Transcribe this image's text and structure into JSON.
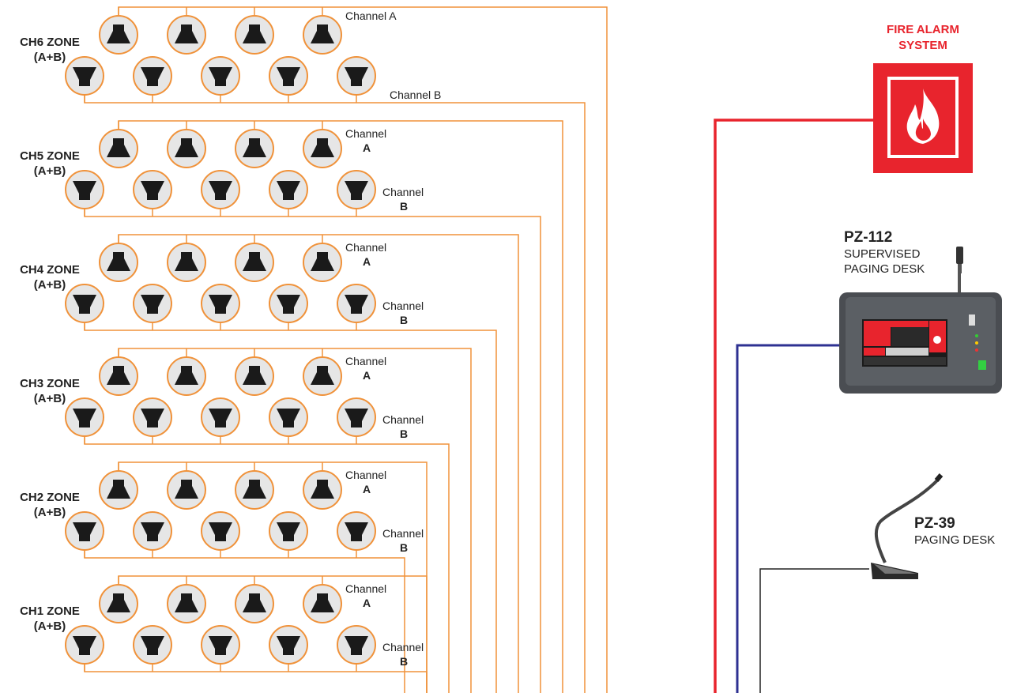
{
  "zones": [
    {
      "name": "CH6 ZONE",
      "sub": "(A+B)",
      "channel_a": "Channel A",
      "channel_b": "Channel B",
      "inline": true
    },
    {
      "name": "CH5 ZONE",
      "sub": "(A+B)",
      "channel_a": "Channel",
      "channel_a_letter": "A",
      "channel_b": "Channel",
      "channel_b_letter": "B",
      "inline": false
    },
    {
      "name": "CH4 ZONE",
      "sub": "(A+B)",
      "channel_a": "Channel",
      "channel_a_letter": "A",
      "channel_b": "Channel",
      "channel_b_letter": "B",
      "inline": false
    },
    {
      "name": "CH3 ZONE",
      "sub": "(A+B)",
      "channel_a": "Channel",
      "channel_a_letter": "A",
      "channel_b": "Channel",
      "channel_b_letter": "B",
      "inline": false
    },
    {
      "name": "CH2 ZONE",
      "sub": "(A+B)",
      "channel_a": "Channel",
      "channel_a_letter": "A",
      "channel_b": "Channel",
      "channel_b_letter": "B",
      "inline": false
    },
    {
      "name": "CH1 ZONE",
      "sub": "(A+B)",
      "channel_a": "Channel",
      "channel_a_letter": "A",
      "channel_b": "Channel",
      "channel_b_letter": "B",
      "inline": false
    }
  ],
  "fire_alarm": {
    "line1": "FIRE ALARM",
    "line2": "SYSTEM"
  },
  "pz112": {
    "model": "PZ-112",
    "line1": "SUPERVISED",
    "line2": "PAGING DESK"
  },
  "pz39": {
    "model": "PZ-39",
    "line1": "PAGING DESK"
  },
  "colors": {
    "wire": "#f0923a",
    "fire": "#e8242d",
    "supervised": "#2e3192",
    "paging": "#222222",
    "speaker_fill": "#e6e6e6",
    "speaker_ring": "#f0923a"
  },
  "icons": {
    "speaker": "speaker-horn-icon",
    "fire": "fire-icon",
    "desk": "paging-desk-icon",
    "microphone": "gooseneck-microphone-icon"
  }
}
